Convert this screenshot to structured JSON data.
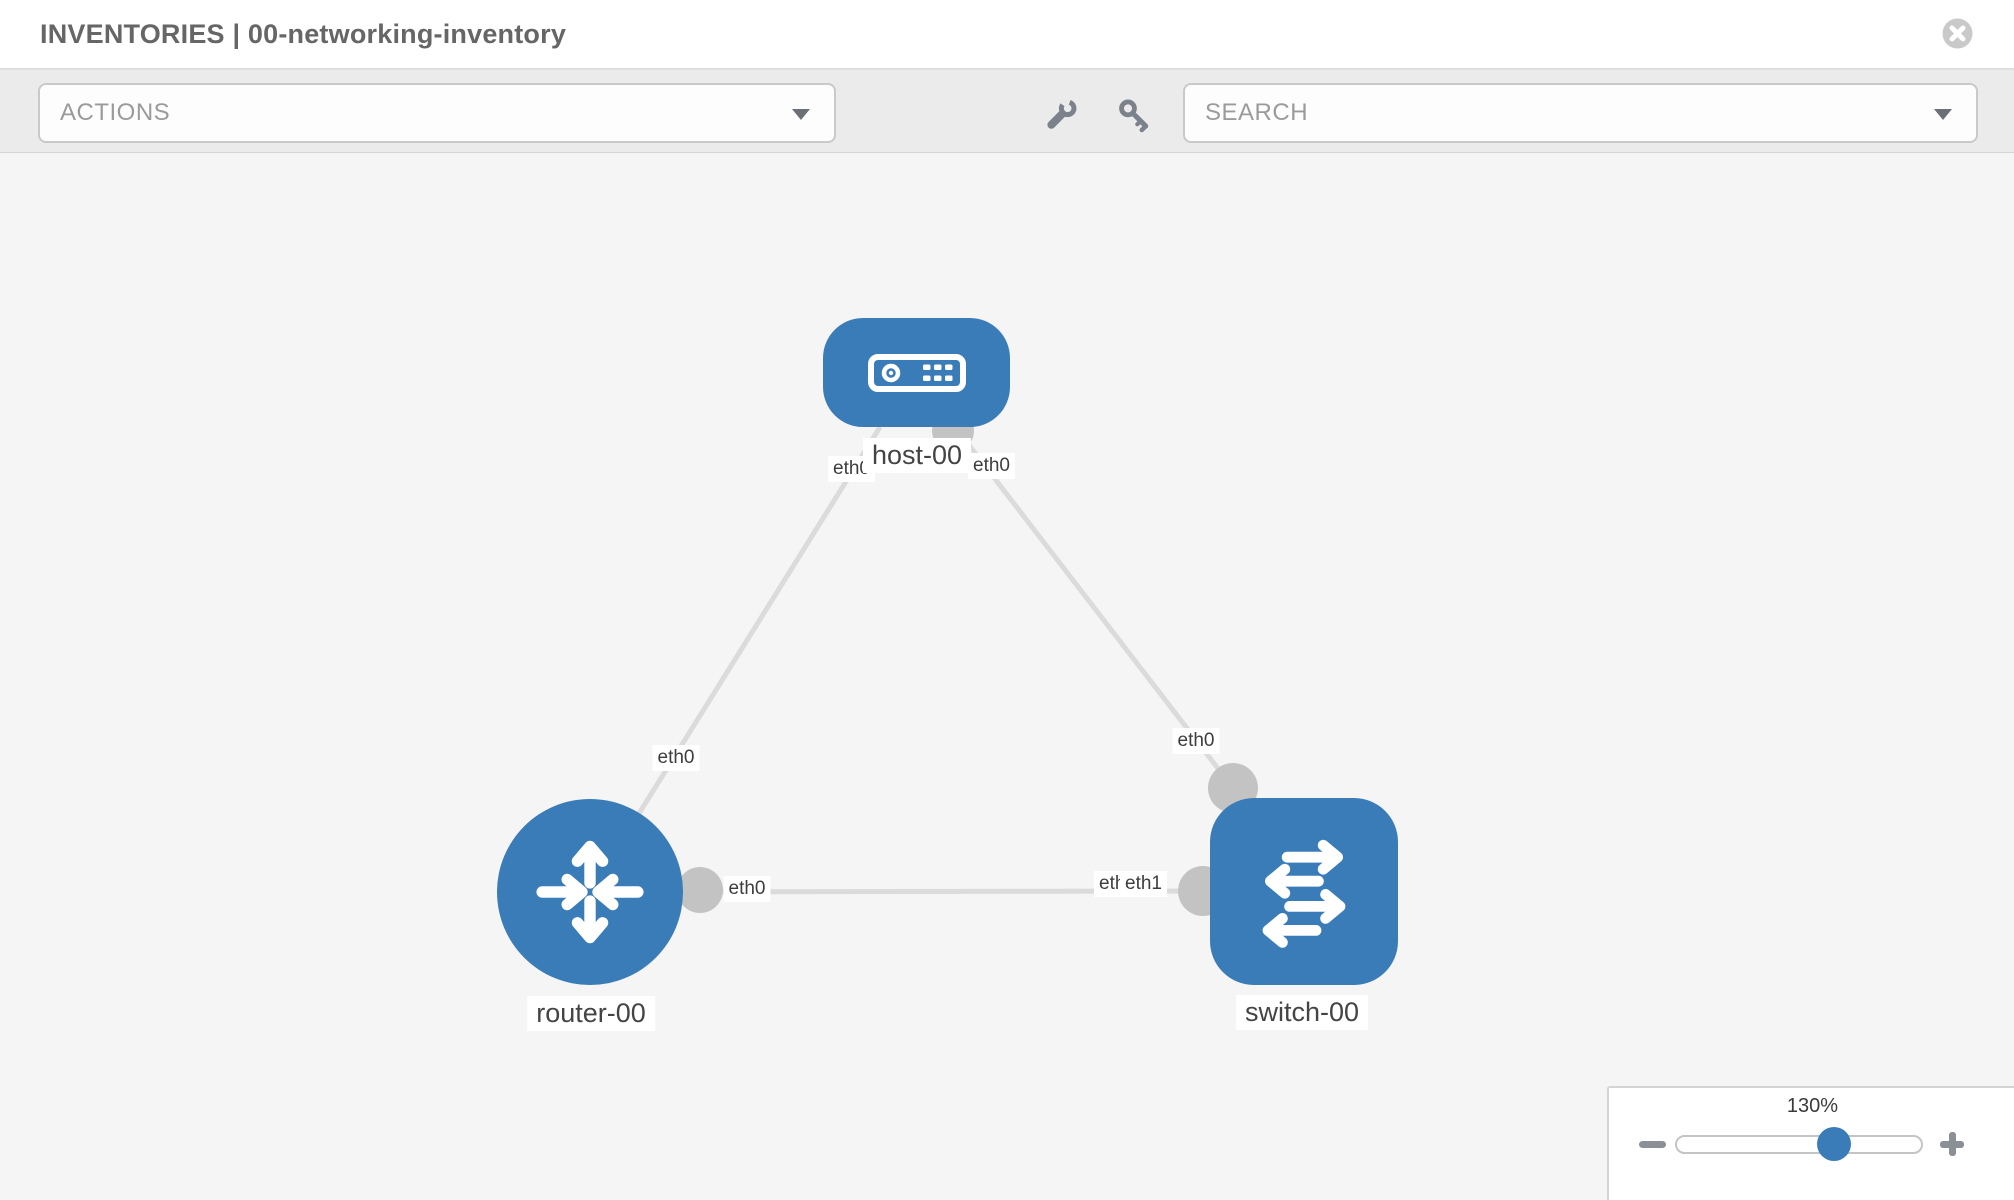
{
  "header": {
    "title": "INVENTORIES | 00-networking-inventory"
  },
  "toolbar": {
    "actions_label": "ACTIONS",
    "search_label": "SEARCH",
    "icons": [
      "wrench-icon",
      "key-icon"
    ]
  },
  "colors": {
    "node_blue": "#3a7cb8",
    "link_gray": "#dbdbdb",
    "bubble_gray": "#c3c3c3",
    "toolbar_bg": "#ebebeb",
    "canvas_bg": "#f5f5f5"
  },
  "topology": {
    "nodes": [
      {
        "id": "host-00",
        "type": "host",
        "label": "host-00"
      },
      {
        "id": "router-00",
        "type": "router",
        "label": "router-00"
      },
      {
        "id": "switch-00",
        "type": "switch",
        "label": "switch-00"
      }
    ],
    "links": [
      {
        "from": "host-00",
        "to": "router-00",
        "from_interface": "eth0",
        "to_interface": "eth0"
      },
      {
        "from": "host-00",
        "to": "switch-00",
        "from_interface": "eth0",
        "to_interface": "eth0"
      },
      {
        "from": "router-00",
        "to": "switch-00",
        "from_interface": "eth0",
        "to_interface": "eth1"
      }
    ],
    "interface_labels": {
      "host_left": "eth0",
      "host_right": "eth0",
      "link_host_router_mid": "eth0",
      "link_host_switch_mid": "eth0",
      "link_router_switch_left": "eth0",
      "link_router_switch_right_back": "eth0",
      "link_router_switch_right_front": "eth1"
    },
    "node_labels": {
      "host": "host-00",
      "router": "router-00",
      "switch": "switch-00"
    }
  },
  "zoom_control": {
    "level": "130%"
  }
}
